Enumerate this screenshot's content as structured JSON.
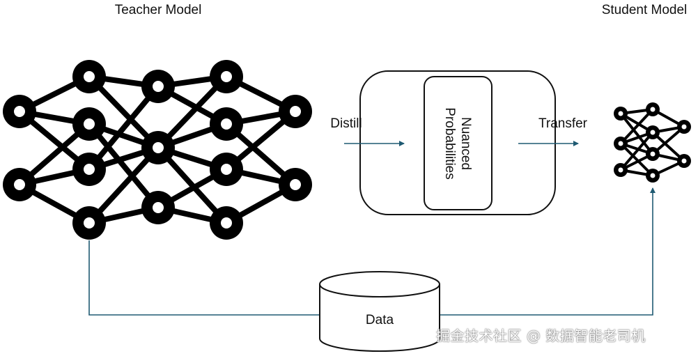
{
  "labels": {
    "teacher": "Teacher Model",
    "student": "Student Model",
    "distill": "Distill",
    "transfer": "Transfer",
    "probabilities_line1": "Nuanced",
    "probabilities_line2": "Probabilities",
    "data": "Data"
  },
  "watermark": "掘金技术社区 @ 数据智能老司机",
  "colors": {
    "network": "#000000",
    "connector": "#1f5a72",
    "box_stroke": "#111111"
  }
}
